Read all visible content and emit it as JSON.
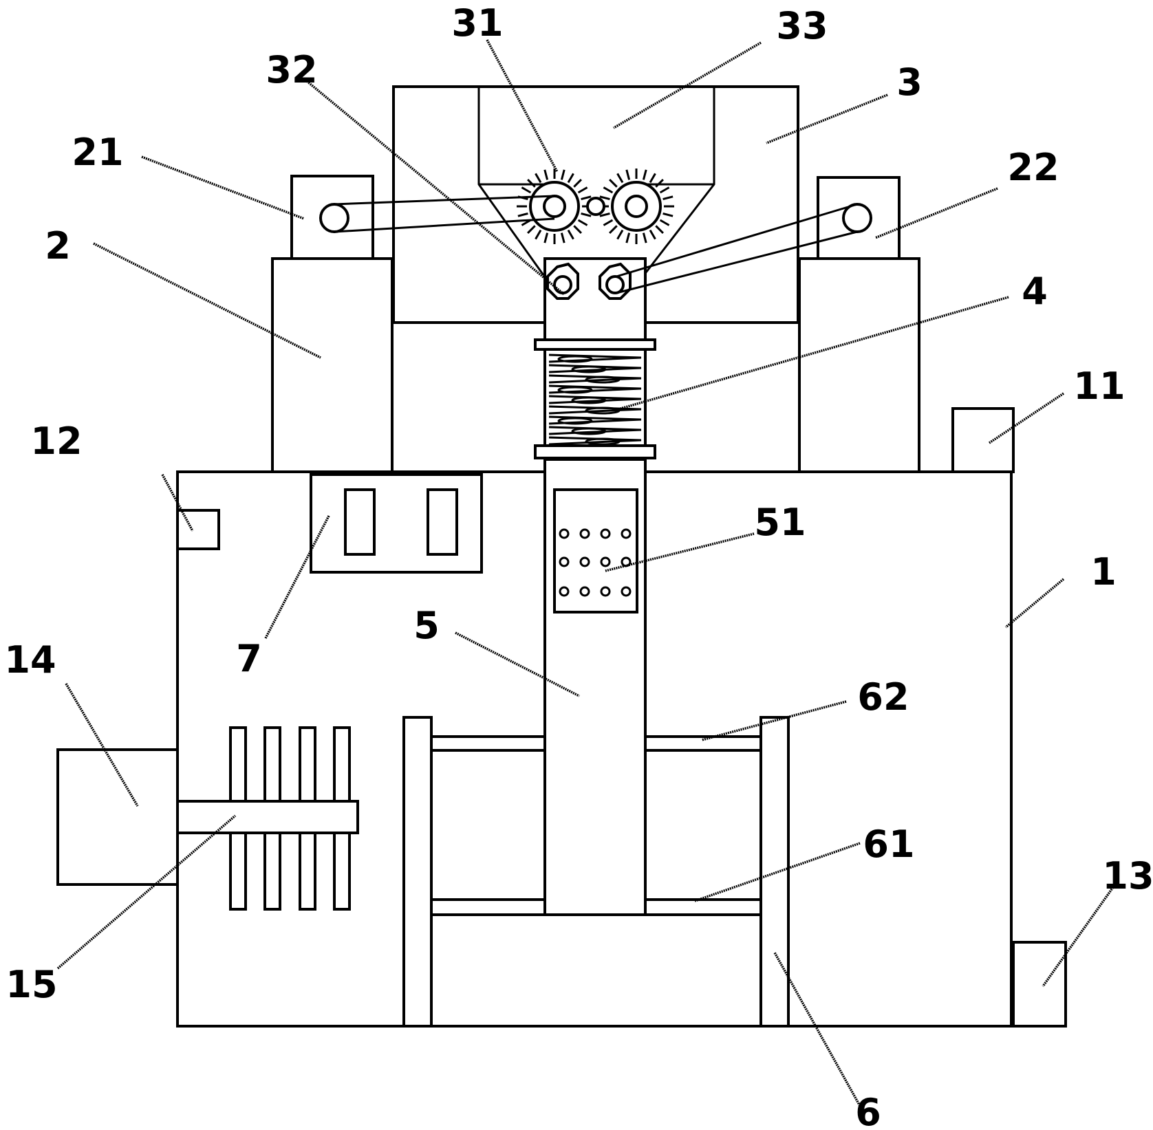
{
  "figure": {
    "labels": {
      "l1": "1",
      "l2": "2",
      "l3": "3",
      "l4": "4",
      "l5": "5",
      "l6": "6",
      "l7": "7",
      "l11": "11",
      "l12": "12",
      "l13": "13",
      "l14": "14",
      "l15": "15",
      "l21": "21",
      "l22": "22",
      "l31": "31",
      "l32": "32",
      "l33": "33",
      "l51": "51",
      "l61": "61",
      "l62": "62"
    }
  }
}
